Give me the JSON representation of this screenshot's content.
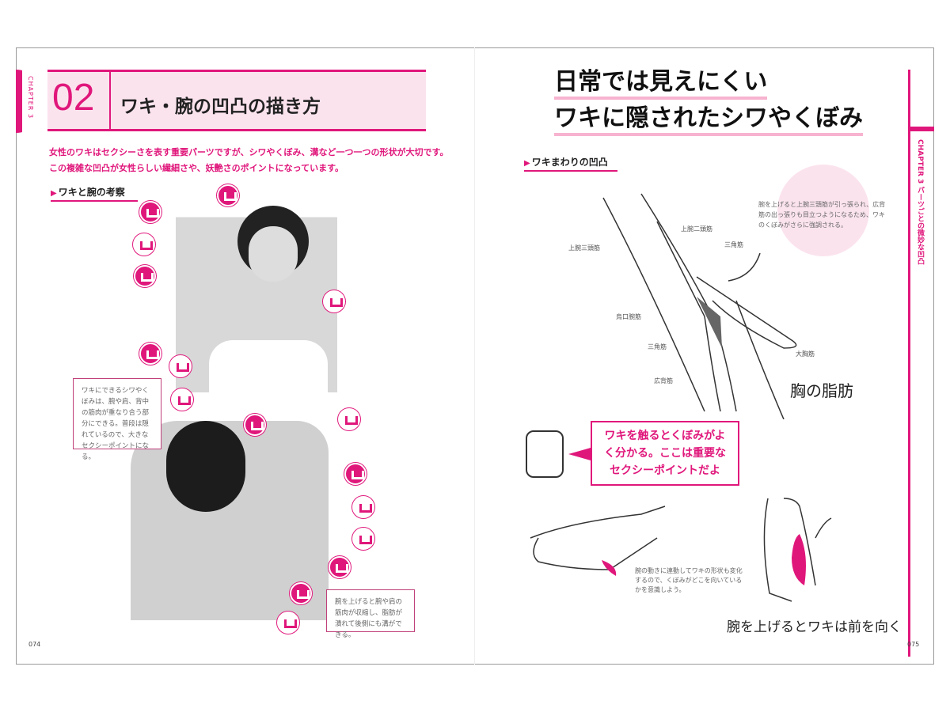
{
  "left_page": {
    "chapter_label": "CHAPTER 3",
    "section_number": "02",
    "title": "ワキ・腕の凹凸の描き方",
    "intro": [
      "女性のワキはセクシーさを表す重要パーツですが、シワやくぼみ、溝など一つ一つの形状が大切です。",
      "この複雑な凹凸が女性らしい繊細さや、妖艶さのポイントになっています。"
    ],
    "section_heading": "ワキと腕の考察",
    "note1": "ワキにできるシワやくぼみは、腕や肩、背中の筋肉が重なり合う部分にできる。普段は隠れているので、大きなセクシーポイントになる。",
    "note2": "腕を上げると腕や肩の筋肉が収縮し、脂肪が潰れて後側にも溝ができる。",
    "page_number": "074"
  },
  "right_page": {
    "headline": [
      "日常では見えにくい",
      "ワキに隠されたシワやくぼみ"
    ],
    "section_heading": "ワキまわりの凹凸",
    "side_tab": "CHAPTER 3  パーツごとの微妙な凹凸",
    "note_top": "腕を上げると上腕三頭筋が引っ張られ、広背筋の出っ張りも目立つようになるため、ワキのくぼみがさらに強調される。",
    "labels": {
      "biceps": "上腕二頭筋",
      "triceps": "上腕三頭筋",
      "deltoid1": "三角筋",
      "coracobrachialis": "烏口腕筋",
      "deltoid2": "三角筋",
      "latissimus": "広背筋",
      "pectoralis": "大胸筋"
    },
    "handwritten_fat": "胸の脂肪",
    "bubble": "ワキを触るとくぼみがよく分かる。ここは重要なセクシーポイントだよ",
    "note_bottom": "腕の動きに連動してワキの形状も変化するので、くぼみがどこを向いているかを意識しよう。",
    "handwritten_bottom": "腕を上げるとワキは前を向く",
    "page_number": "075"
  },
  "colors": {
    "accent": "#e0177b",
    "light": "#fbe3ee"
  }
}
